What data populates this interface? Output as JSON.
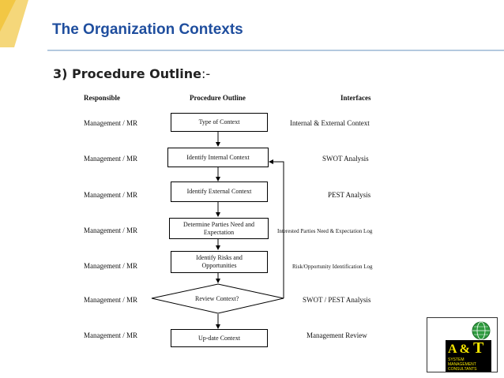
{
  "slide": {
    "title": "The Organization Contexts",
    "subtitle": "3) Procedure Outline",
    "subtitle_suffix": ":-"
  },
  "table": {
    "headers": {
      "responsible": "Responsible",
      "procedure": "Procedure Outline",
      "interfaces": "Interfaces"
    },
    "rows": [
      {
        "responsible": "Management / MR",
        "step": "Type of Context",
        "interface": "Internal & External Context"
      },
      {
        "responsible": "Management / MR",
        "step": "Identify Internal Context",
        "interface": "SWOT Analysis"
      },
      {
        "responsible": "Management / MR",
        "step": "Identify External Context",
        "interface": "PEST Analysis"
      },
      {
        "responsible": "Management / MR",
        "step_line1": "Determine Parties Need and",
        "step_line2": "Expectation",
        "interface": "Interested Parties Need & Expectation Log"
      },
      {
        "responsible": "Management / MR",
        "step_line1": "Identify Risks and",
        "step_line2": "Opportunities",
        "interface": "Risk/Opportunity Identification Log"
      },
      {
        "responsible": "Management / MR",
        "step": "Review Context?",
        "interface": "SWOT / PEST Analysis"
      },
      {
        "responsible": "Management / MR",
        "step": "Up-date Context",
        "interface": "Management Review"
      }
    ]
  },
  "logo": {
    "mark_a": "A",
    "mark_amp": "&",
    "mark_t": "T",
    "line1": "SYSTEM",
    "line2": "MANAGEMENT",
    "line3": "CONSULTANTS"
  },
  "colors": {
    "title": "#1f4e9e",
    "accent": "#f2c744",
    "rule": "#9bb7d4",
    "logo_text": "#f5e600"
  }
}
